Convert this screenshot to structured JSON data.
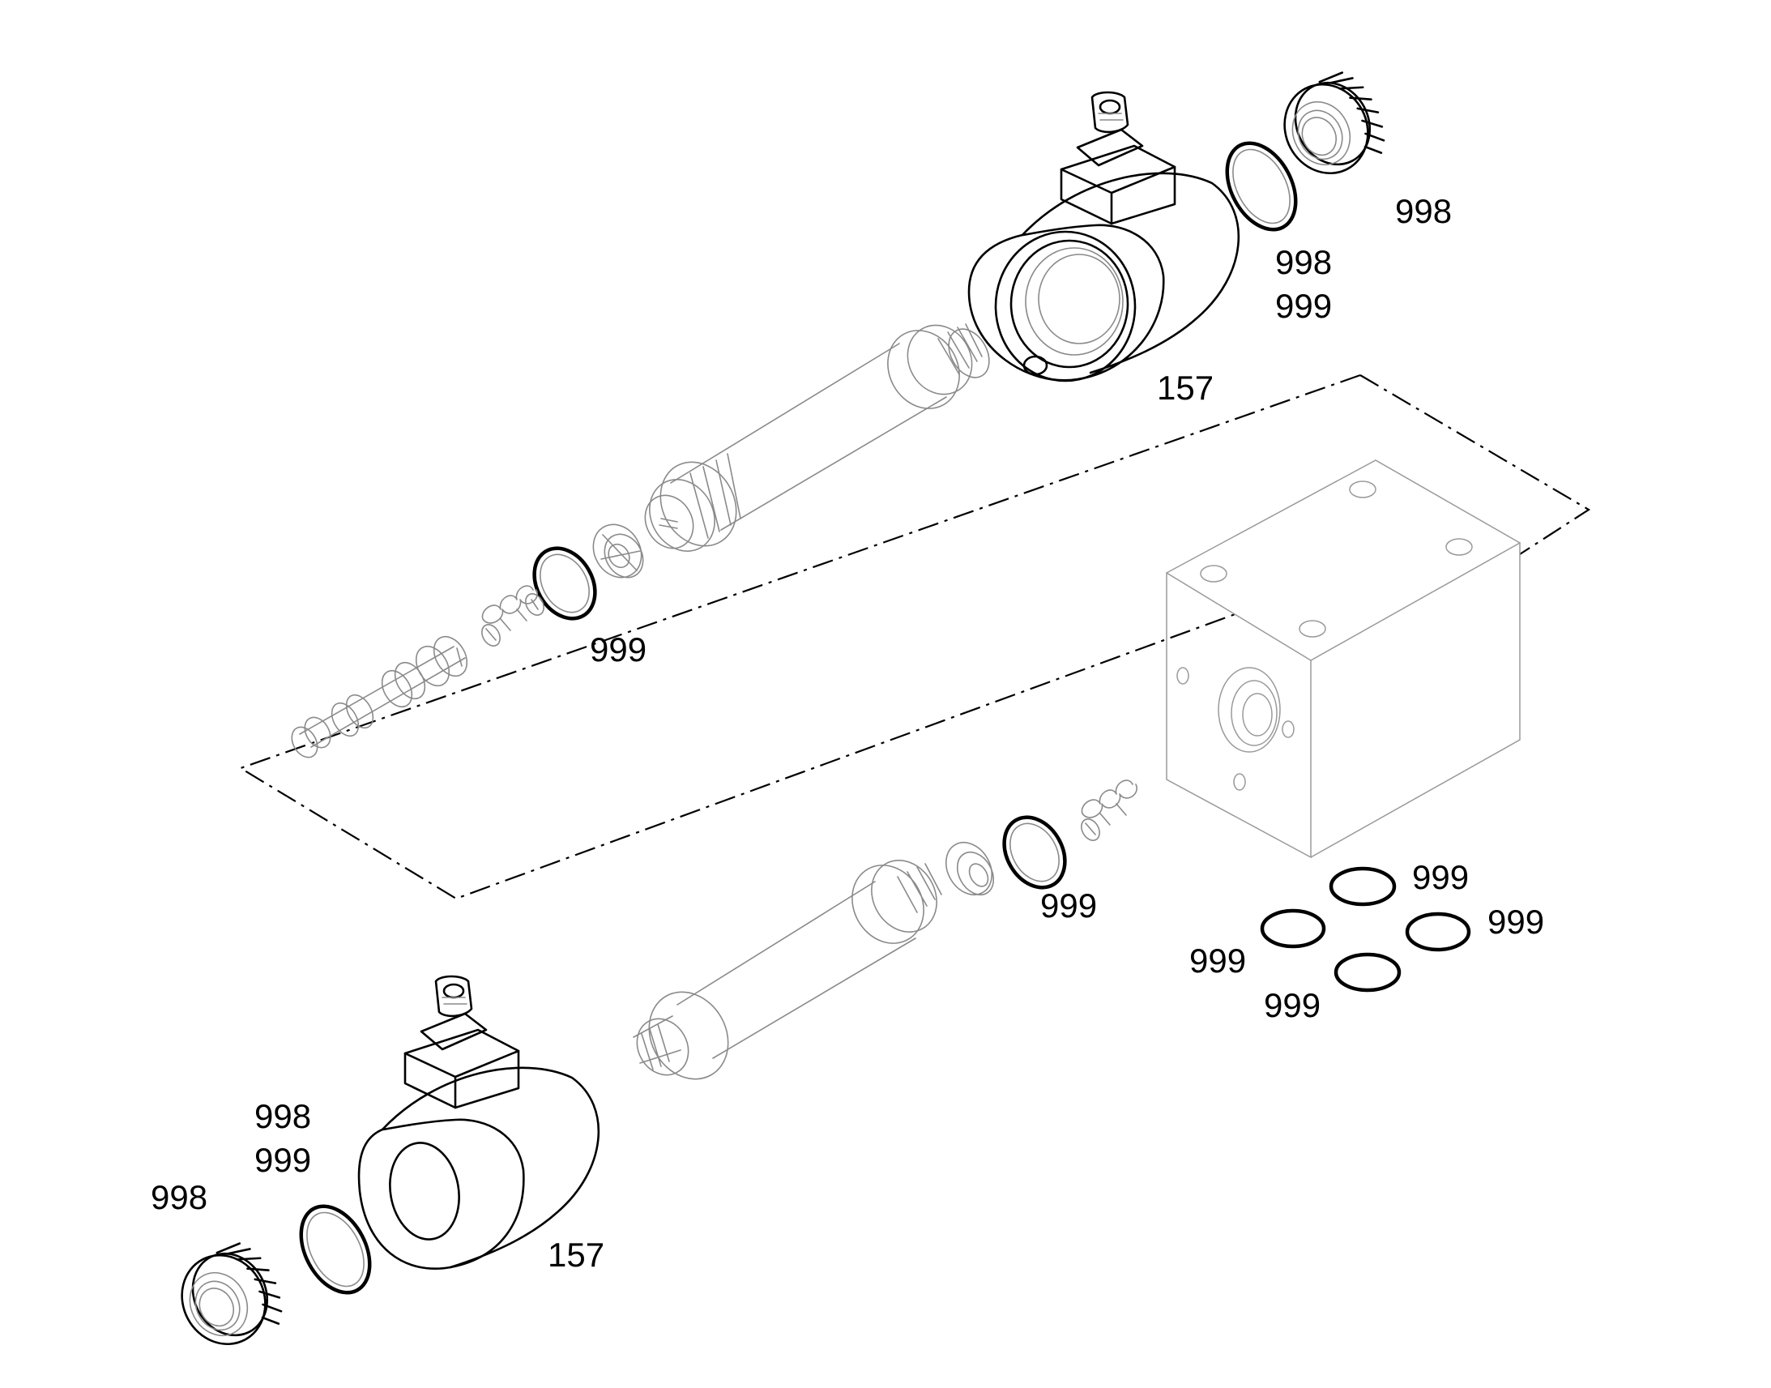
{
  "callouts": [
    {
      "id": "c-998-gear-top",
      "text": "998"
    },
    {
      "id": "c-998-ring-top",
      "text": "998"
    },
    {
      "id": "c-999-ring-top",
      "text": "999"
    },
    {
      "id": "c-157-coil-top",
      "text": "157"
    },
    {
      "id": "c-999-oring-upper",
      "text": "999"
    },
    {
      "id": "c-999-oring-lower",
      "text": "999"
    },
    {
      "id": "c-999-set-a",
      "text": "999"
    },
    {
      "id": "c-999-set-b",
      "text": "999"
    },
    {
      "id": "c-999-set-c",
      "text": "999"
    },
    {
      "id": "c-999-set-d",
      "text": "999"
    },
    {
      "id": "c-998-ring-bottom",
      "text": "998"
    },
    {
      "id": "c-999-ring-bottom",
      "text": "999"
    },
    {
      "id": "c-998-gear-bottom",
      "text": "998"
    },
    {
      "id": "c-157-coil-bottom",
      "text": "157"
    }
  ]
}
